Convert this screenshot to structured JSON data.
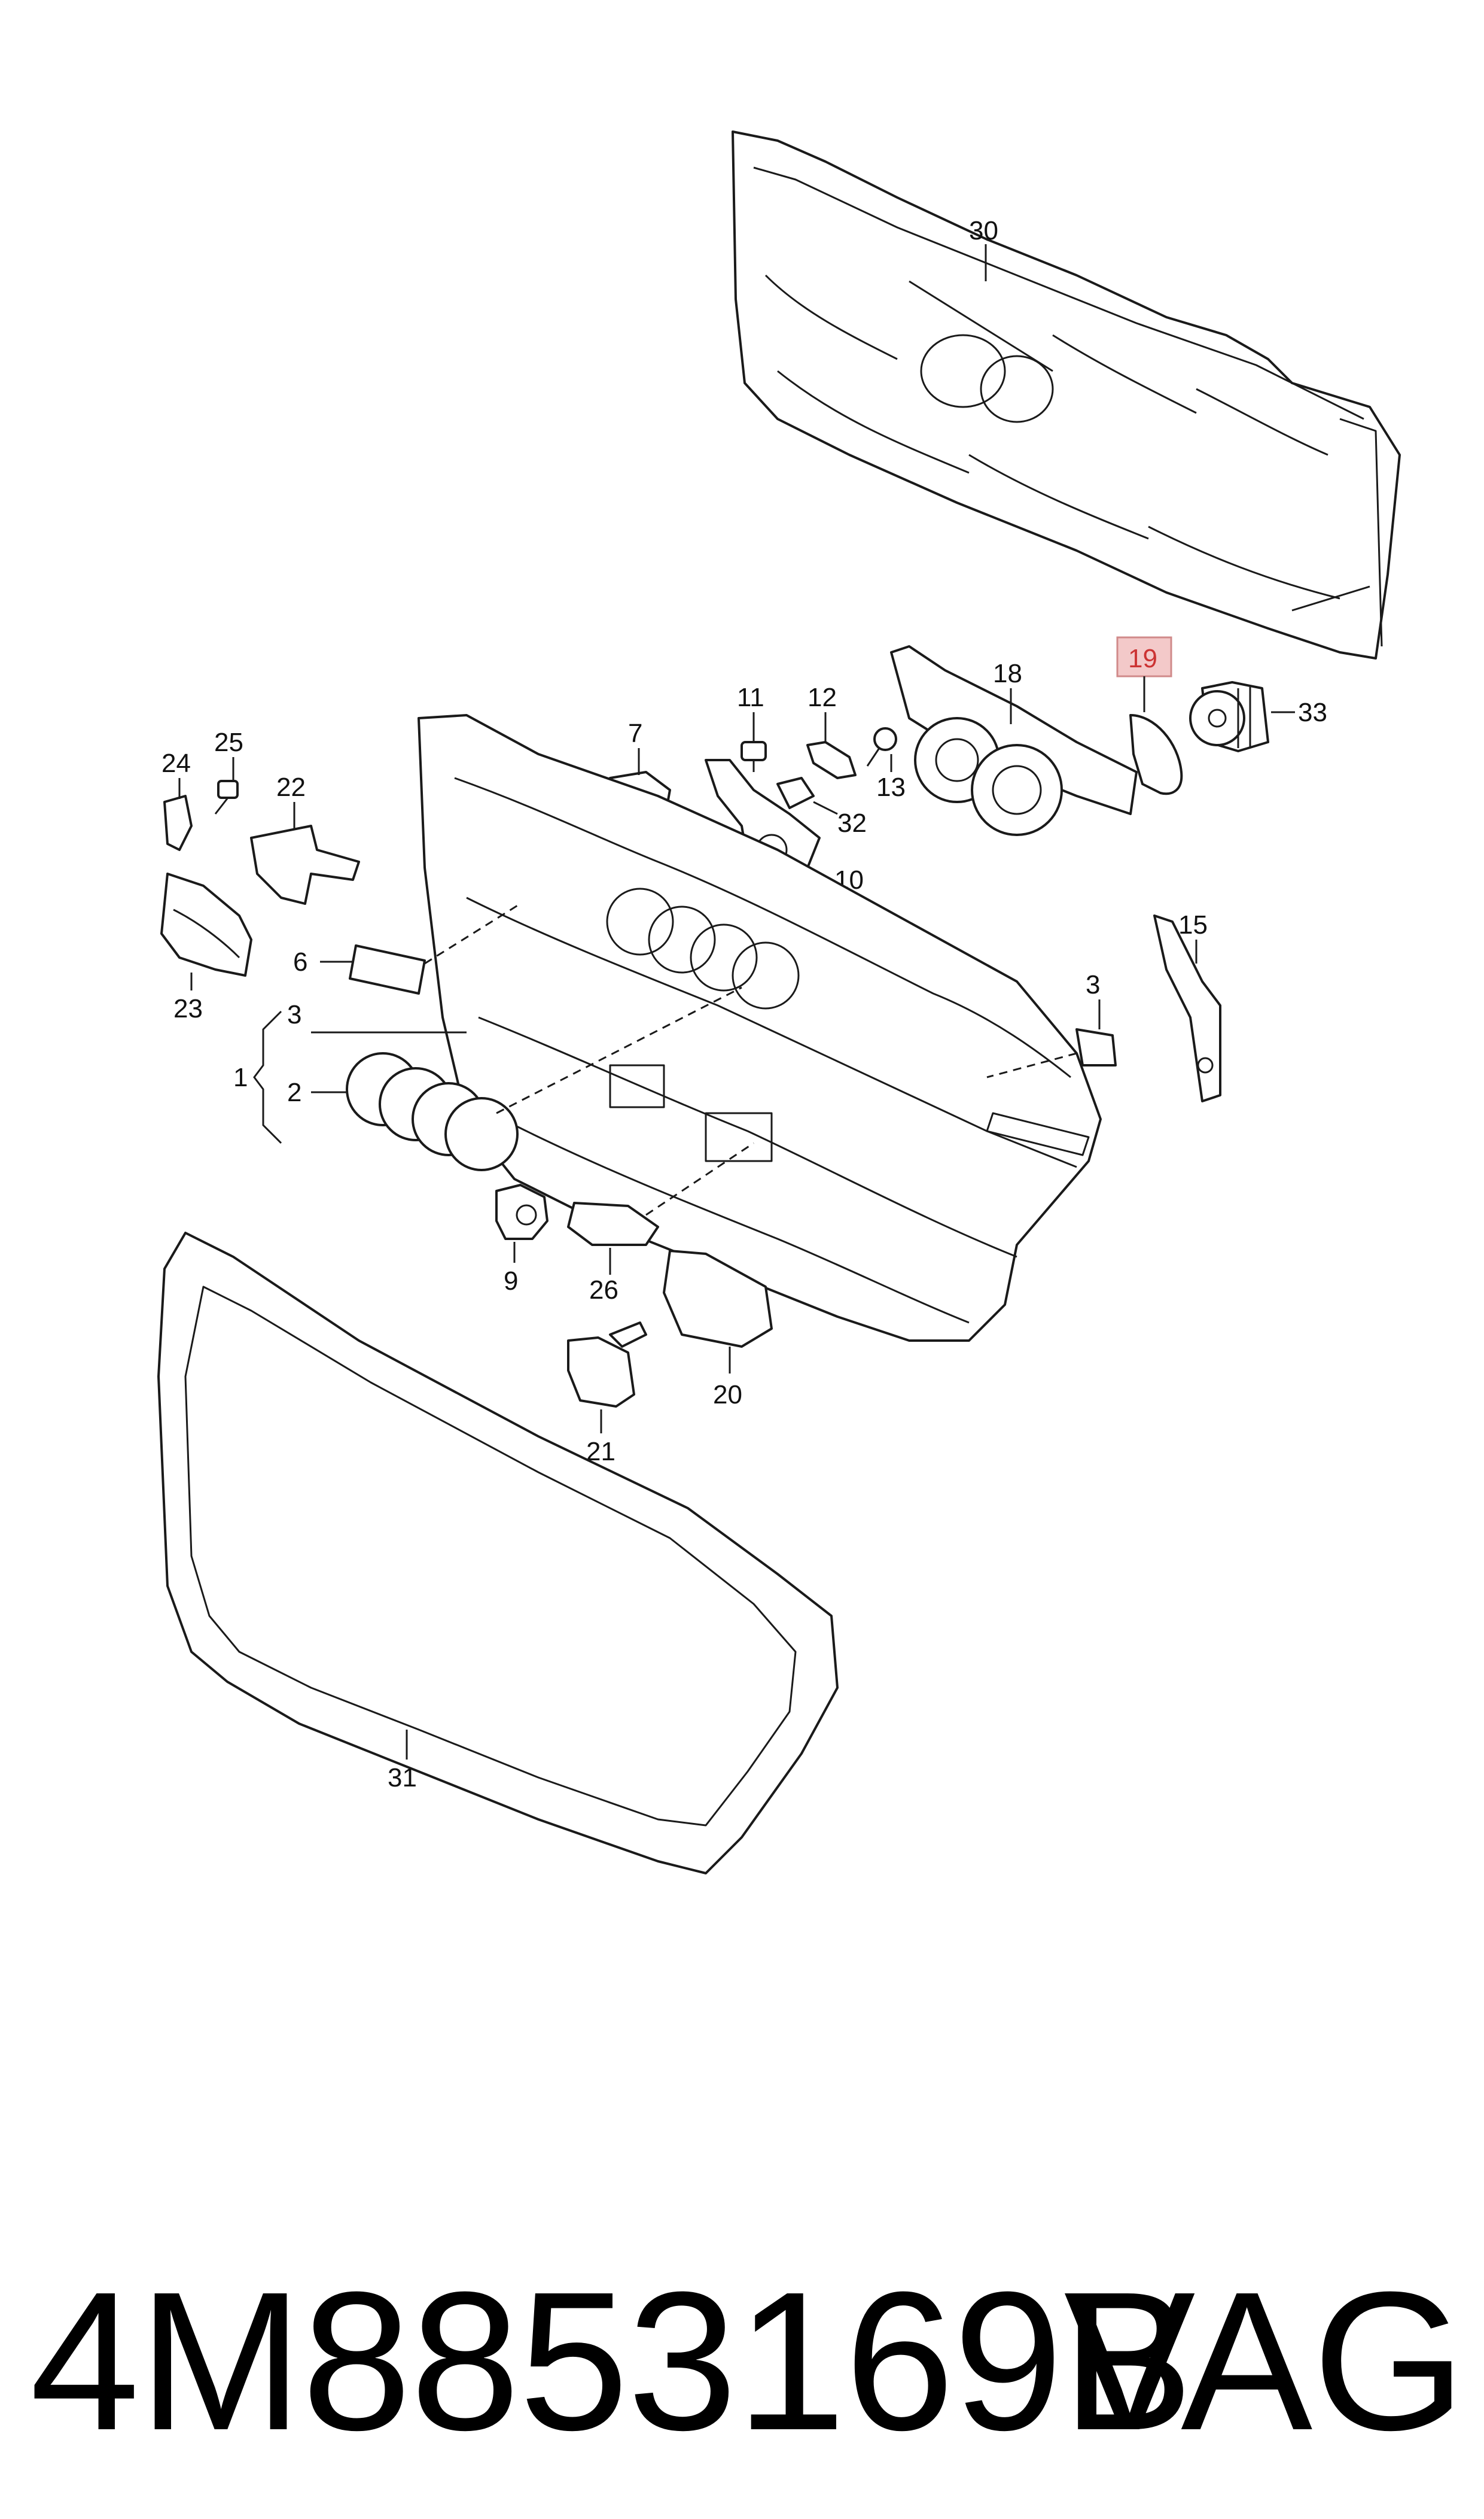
{
  "callouts": {
    "c1": "1",
    "c2": "2",
    "c3a": "3",
    "c3b": "3",
    "c6": "6",
    "c7": "7",
    "c9": "9",
    "c10": "10",
    "c11": "11",
    "c12": "12",
    "c13": "13",
    "c15": "15",
    "c18": "18",
    "c19": "19",
    "c20": "20",
    "c21": "21",
    "c22": "22",
    "c23": "23",
    "c24": "24",
    "c25": "25",
    "c26": "26",
    "c30": "30",
    "c31": "31",
    "c32": "32",
    "c33": "33"
  },
  "highlight_color": "#f3c9c9",
  "footer": {
    "part_number": "4M8853169B",
    "brand": "VAG"
  }
}
